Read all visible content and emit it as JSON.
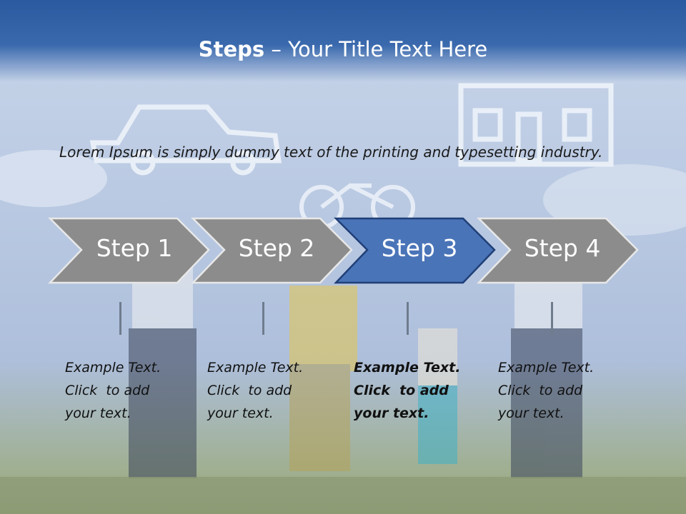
{
  "slide": {
    "title_bold": "Steps",
    "title_rest": " – Your Title Text Here",
    "intro": "Lorem Ipsum is simply dummy text of the printing and typesetting industry."
  },
  "steps": [
    {
      "label": "Step 1",
      "lines": [
        "Example Text.",
        "Click  to add",
        "your text."
      ]
    },
    {
      "label": "Step 2",
      "lines": [
        "Example Text.",
        "Click  to add",
        "your text."
      ]
    },
    {
      "label": "Step 3",
      "lines": [
        "Example Text.",
        "Click  to add",
        "your text."
      ]
    },
    {
      "label": "Step 4",
      "lines": [
        "Example Text.",
        "Click  to add",
        "your text."
      ]
    }
  ],
  "colors": {
    "arrow_gray": "#8c8c8c",
    "arrow_active": "#4a74b8",
    "title_band": "#2f5fa5"
  },
  "background": "family-with-cloud-shapes-photo"
}
